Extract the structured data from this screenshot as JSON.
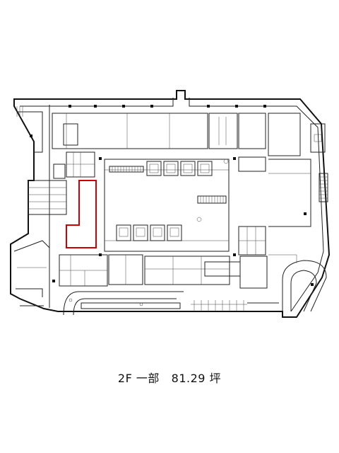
{
  "caption": {
    "floor": "2F",
    "section": "一部",
    "area_value": "81.29",
    "area_unit": "坪"
  },
  "colors": {
    "line": "#222222",
    "highlight": "#cc0000",
    "background": "#ffffff"
  },
  "icons": [
    "stairs-icon",
    "elevator-icon",
    "column-icon"
  ]
}
